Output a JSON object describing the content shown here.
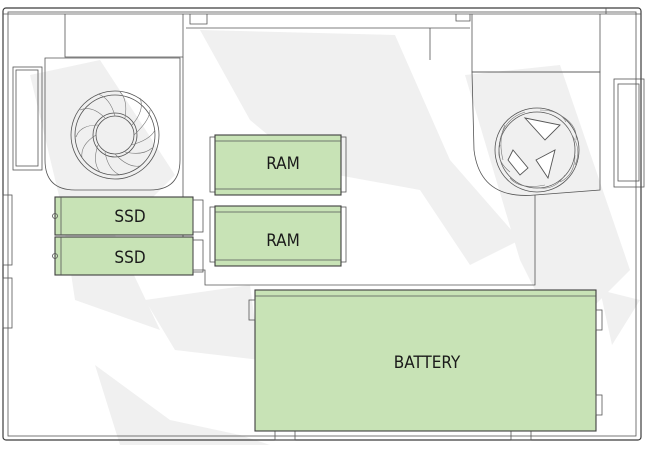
{
  "components": {
    "ssd_1": {
      "label": "SSD"
    },
    "ssd_2": {
      "label": "SSD"
    },
    "ram_1": {
      "label": "RAM"
    },
    "ram_2": {
      "label": "RAM"
    },
    "battery": {
      "label": "BATTERY"
    }
  },
  "colors": {
    "component_fill": "#c8e3b6",
    "outline": "#3c3c3c",
    "watermark": "#f0f0f0"
  }
}
